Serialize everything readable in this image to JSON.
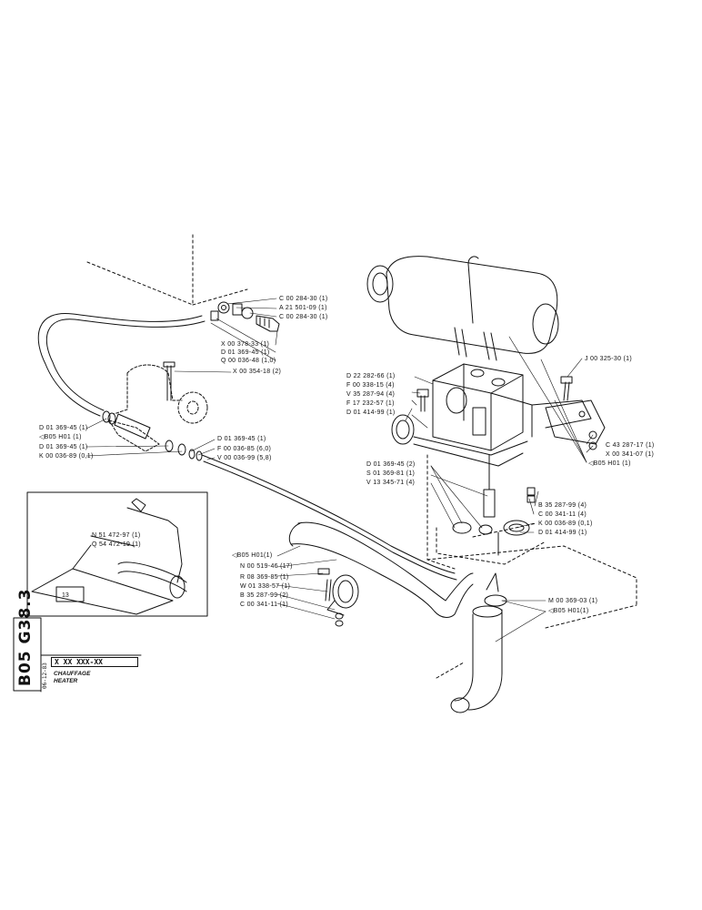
{
  "sheet": {
    "code": "B05 G38.3",
    "date": "06-12-83",
    "part_number": "X XX XXX-XX",
    "title_fr": "CHAUFFAGE",
    "title_en": "HEATER"
  },
  "inset": {
    "item_number": "13"
  },
  "labels": {
    "c_00_284_30_a": "C 00 284-30 (1)",
    "a_21_501_09": "A 21 501-09 (1)",
    "c_00_284_30_b": "C 00 284-30 (1)",
    "x_00_378_33": "X 00 378-33 (1)",
    "d_01_369_45_a": "D 01 369-45 (1)",
    "q_00_036_48": "Q 00 036-48 (1,0)",
    "x_00_354_18": "X 00 354-18 (2)",
    "d_01_369_45_b": "D 01 369-45 (1)",
    "b05_h01_a": "◁B05 H01 (1)",
    "d_01_369_45_c": "D 01 369-45 (1)",
    "k_00_036_89_a": "K 00 036-89 (0,1)",
    "d_01_369_45_d": "D 01 369-45 (1)",
    "f_00_036_85": "F 00 036-85 (6,0)",
    "v_00_036_99": "V 00 036-99 (5,8)",
    "n_51_472_97": "N 51 472-97 (1)",
    "q_54_472_19": "Q 54 472-19 (1)",
    "b05_h01_b": "◁B05 H01(1)",
    "n_00_519_46": "N 00 519-46 (17)",
    "r_08_369_85": "R 08 369-85 (1)",
    "w_01_338_57": "W 01 338-57 (1)",
    "b_35_287_99_a": "B 35 287-99 (2)",
    "c_00_341_11_a": "C 00 341-11 (1)",
    "d_22_282_66": "D 22 282-66 (1)",
    "f_00_338_15": "F 00 338-15 (4)",
    "v_35_287_94": "V 35 287-94 (4)",
    "f_17_232_57": "F 17 232-57 (1)",
    "d_01_414_99_a": "D 01 414-99 (1)",
    "j_00_325_30": "J 00 325-30 (1)",
    "c_43_287_17": "C 43 287-17 (1)",
    "x_00_341_07": "X 00 341-07 (1)",
    "b05_h01_c": "◁B05 H01 (1)",
    "d_01_369_45_e": "D 01 369-45 (2)",
    "s_01_369_81": "S 01 369-81 (1)",
    "v_13_345_71": "V 13 345-71 (4)",
    "b_35_287_99_b": "B 35 287-99 (4)",
    "c_00_341_11_b": "C 00 341-11 (4)",
    "k_00_036_89_b": "K 00 036-89 (0,1)",
    "d_01_414_99_b": "D 01 414-99 (1)",
    "m_00_369_03": "M 00 369-03 (1)",
    "b05_h01_d": "◁B05 H01(1)"
  }
}
